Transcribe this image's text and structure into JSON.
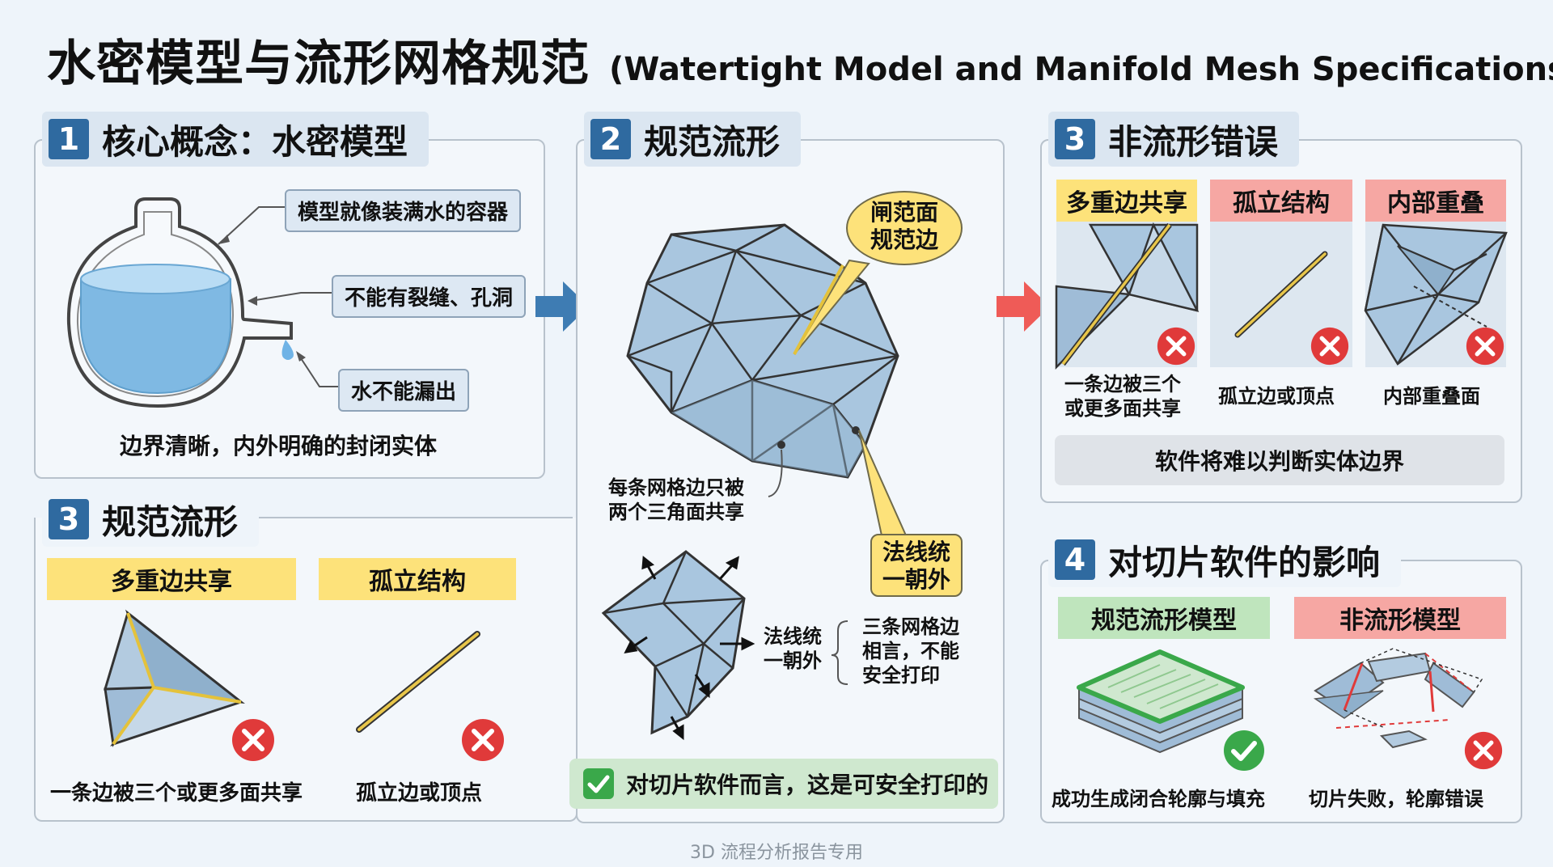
{
  "header": {
    "title_cn": "水密模型与流形网格规范",
    "title_en": "(Watertight Model and Manifold Mesh Specifications)"
  },
  "section1": {
    "num": "1",
    "title": "核心概念：水密模型",
    "callouts": [
      "模型就像装满水的容器",
      "不能有裂缝、孔洞",
      "水不能漏出"
    ],
    "caption": "边界清晰，内外明确的封闭实体"
  },
  "section3_left": {
    "num": "3",
    "title": "规范流形",
    "tags": [
      "多重边共享",
      "孤立结构"
    ],
    "captions": [
      "一条边被三个或更多面共享",
      "孤立边或顶点"
    ]
  },
  "section2": {
    "num": "2",
    "title": "规范流形",
    "bubble_top": "闸范面\n规范边",
    "edge_note": "每条网格边只被\n两个三角面共享",
    "bubble_normal": "法线统\n一朝外",
    "normal_label": "法线统\n一朝外",
    "side_note": "三条网格边\n相言，不能\n安全打印",
    "bottom_bar": "对切片软件而言，这是可安全打印的"
  },
  "section3_right": {
    "num": "3",
    "title": "非流形错误",
    "tags": [
      "多重边共享",
      "孤立结构",
      "内部重叠"
    ],
    "captions": [
      "一条边被三个\n或更多面共享",
      "孤立边或顶点",
      "内部重叠面"
    ],
    "bar": "软件将难以判断实体边界"
  },
  "section4": {
    "num": "4",
    "title": "对切片软件的影响",
    "tags": [
      "规范流形模型",
      "非流形模型"
    ],
    "captions": [
      "成功生成闭合轮廓与填充",
      "切片失败，轮廓错误"
    ]
  },
  "footer": "3D 流程分析报告专用",
  "colors": {
    "accent_blue": "#2f6aa0",
    "yellow": "#fde27a",
    "pink": "#f6a7a3",
    "green": "#bfe5bd",
    "error_red": "#e03a3a",
    "ok_green": "#3aa84a",
    "mesh_fill": "#9fbfdc"
  },
  "icons": [
    "arrow-right-blue-icon",
    "arrow-right-red-icon",
    "error-x-icon",
    "check-icon",
    "water-drop-icon"
  ]
}
